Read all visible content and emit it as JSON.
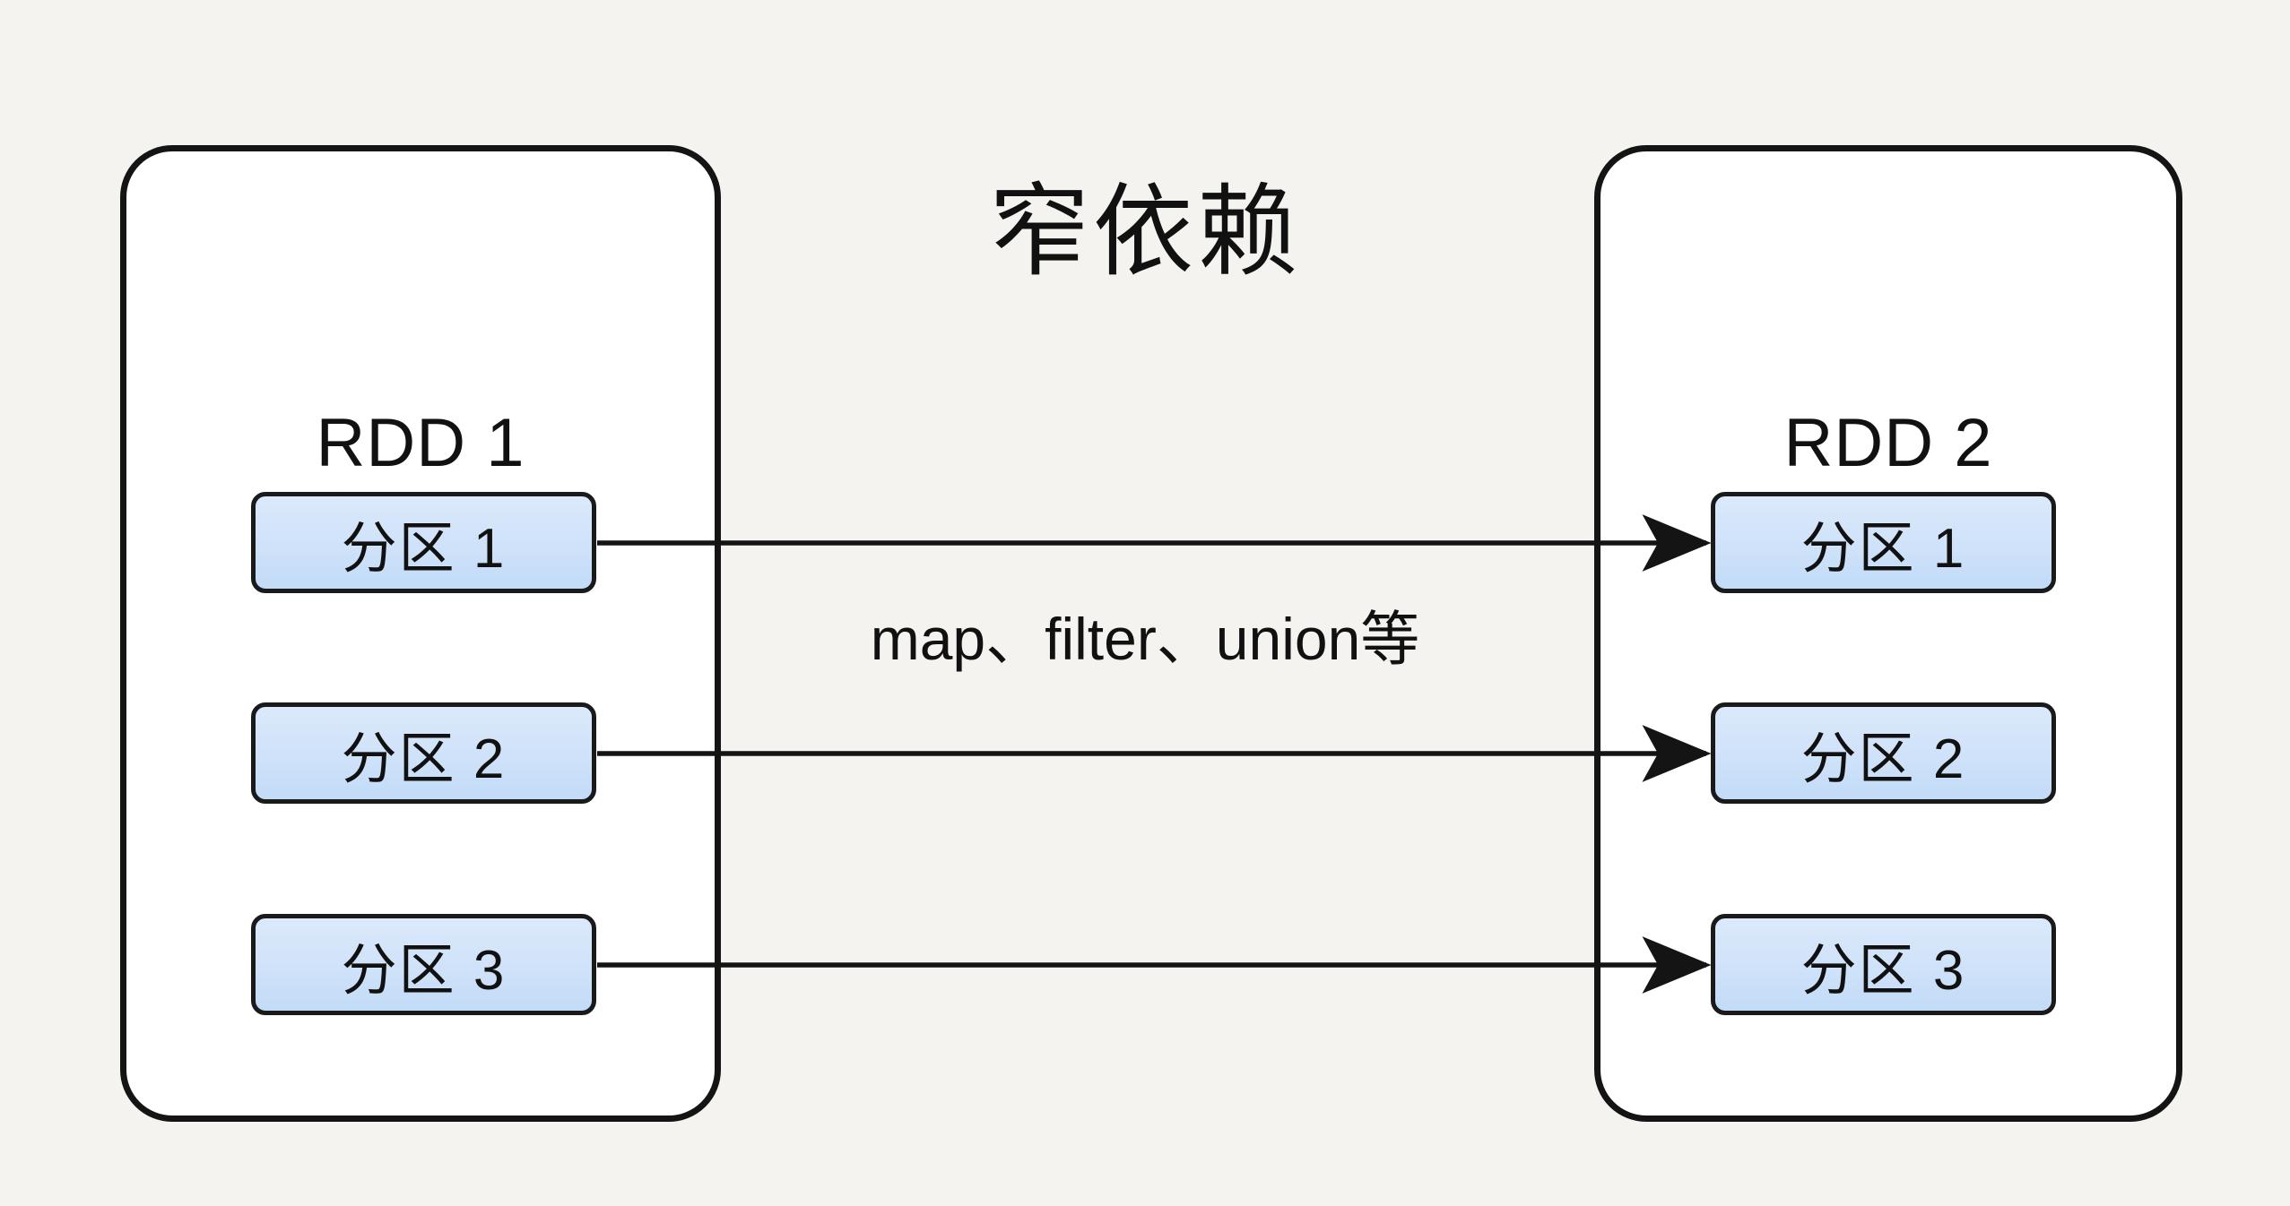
{
  "diagram": {
    "title": "窄依赖",
    "background_color": "#f4f3ef",
    "transform_label": "map、filter、union等",
    "accent_color": "#cfe2f9",
    "line_color": "#141414"
  },
  "left_rdd": {
    "title": "RDD 1",
    "partitions": [
      {
        "label": "分区 1"
      },
      {
        "label": "分区 2"
      },
      {
        "label": "分区 3"
      }
    ]
  },
  "right_rdd": {
    "title": "RDD 2",
    "partitions": [
      {
        "label": "分区 1"
      },
      {
        "label": "分区 2"
      },
      {
        "label": "分区 3"
      }
    ]
  },
  "edges": [
    {
      "from": "分区 1",
      "to": "分区 1"
    },
    {
      "from": "分区 2",
      "to": "分区 2"
    },
    {
      "from": "分区 3",
      "to": "分区 3"
    }
  ]
}
